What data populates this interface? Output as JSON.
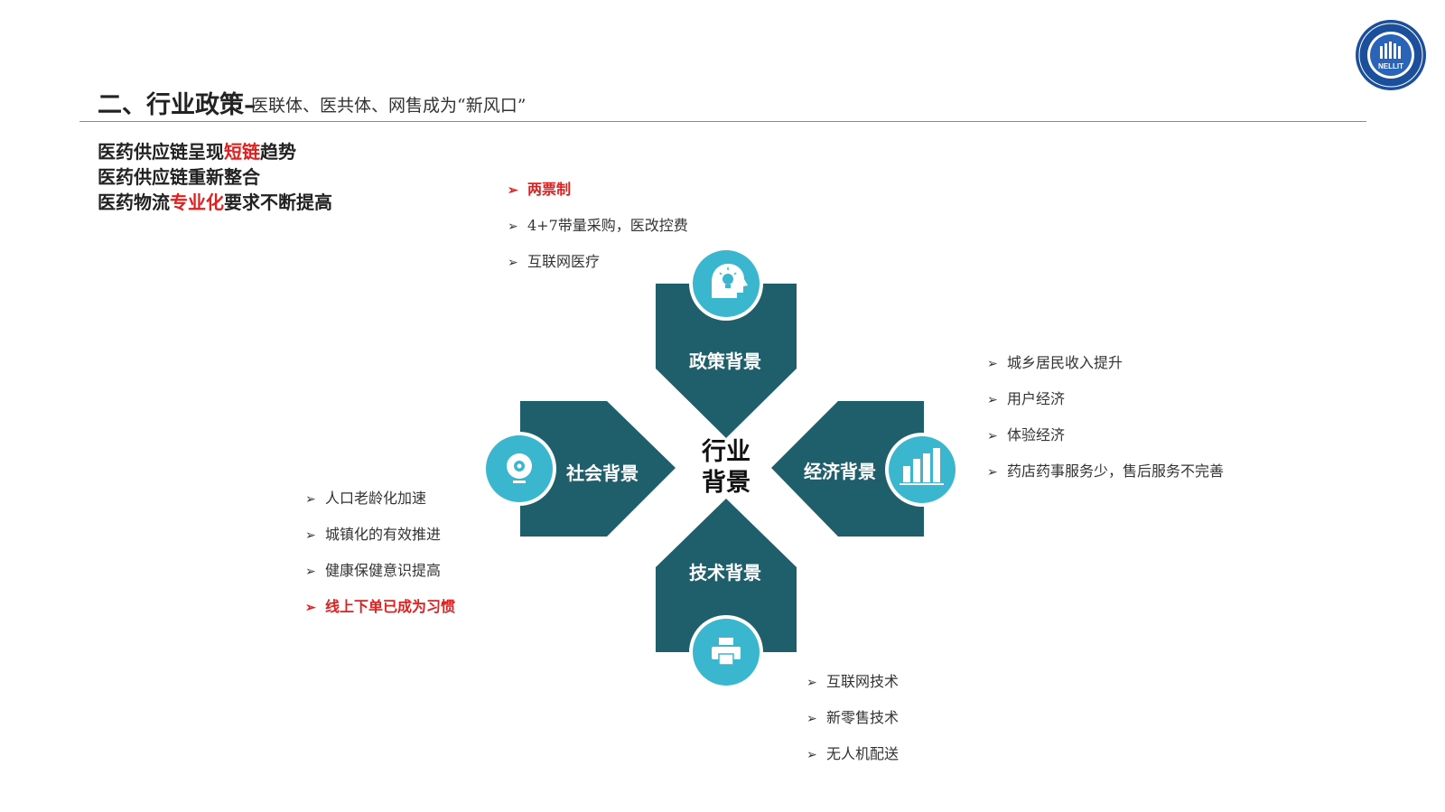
{
  "header": {
    "title": "二、行业政策",
    "dash": "–",
    "subtitle": "医联体、医共体、网售成为“新风口”"
  },
  "summary": [
    {
      "before": "医药供应链呈现",
      "highlight": "短链",
      "after": "趋势"
    },
    {
      "before": "医药供应链重新整合",
      "highlight": "",
      "after": ""
    },
    {
      "before": "医药物流",
      "highlight": "专业化",
      "after": "要求不断提高"
    }
  ],
  "diagram": {
    "center": {
      "line1": "行业",
      "line2": "背景"
    },
    "arms": {
      "policy": {
        "label": "政策背景",
        "icon": "lightbulb-head-icon"
      },
      "economy": {
        "label": "经济背景",
        "icon": "bar-chart-icon"
      },
      "technology": {
        "label": "技术背景",
        "icon": "printer-icon"
      },
      "society": {
        "label": "社会背景",
        "icon": "webcam-icon"
      }
    },
    "colors": {
      "arm": "#1e5f6b",
      "icon_circle": "#3ab7cf",
      "highlight": "#e02020"
    }
  },
  "lists": {
    "policy": [
      {
        "text": "两票制",
        "highlight": true
      },
      {
        "text": "4+7带量采购，医改控费",
        "highlight": false
      },
      {
        "text": "互联网医疗",
        "highlight": false
      }
    ],
    "economy": [
      {
        "text": "城乡居民收入提升",
        "highlight": false
      },
      {
        "text": "用户经济",
        "highlight": false
      },
      {
        "text": "体验经济",
        "highlight": false
      },
      {
        "text": "药店药事服务少，售后服务不完善",
        "highlight": false
      }
    ],
    "society": [
      {
        "text": "人口老龄化加速",
        "highlight": false
      },
      {
        "text": "城镇化的有效推进",
        "highlight": false
      },
      {
        "text": "健康保健意识提高",
        "highlight": false
      },
      {
        "text": "线上下单已成为习惯",
        "highlight": true
      }
    ],
    "technology": [
      {
        "text": "互联网技术",
        "highlight": false
      },
      {
        "text": "新零售技术",
        "highlight": false
      },
      {
        "text": "无人机配送",
        "highlight": false
      }
    ]
  },
  "logo": {
    "text": "NELLIT",
    "icon": "institution-seal-icon"
  }
}
